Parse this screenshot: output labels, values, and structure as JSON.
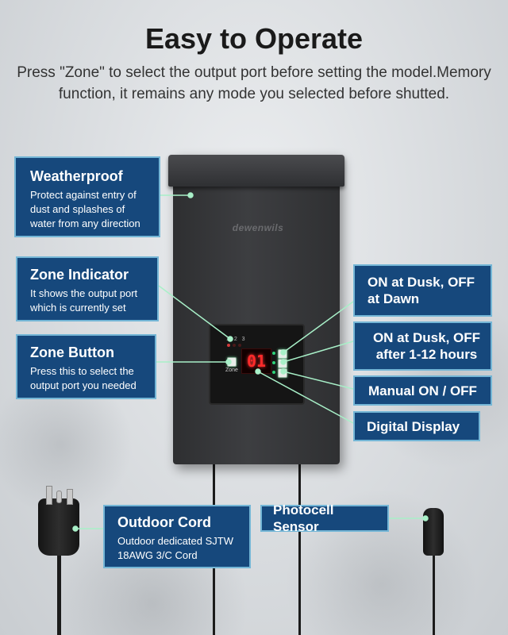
{
  "header": {
    "title": "Easy to Operate",
    "subtitle": "Press \"Zone\" to select the output port before setting the model.Memory function, it remains any mode you selected before shutted."
  },
  "device": {
    "brand": "dewenwils",
    "zone_numbers": "1 2 3",
    "display_value": "01",
    "zone_button_label": "Zone"
  },
  "callouts": {
    "weatherproof": {
      "title": "Weatherproof",
      "desc": "Protect against entry of dust and splashes of water from any direction"
    },
    "zone_indicator": {
      "title": "Zone Indicator",
      "desc": "It shows the output port which is currently set"
    },
    "zone_button": {
      "title": "Zone Button",
      "desc": "Press this to select the output port you needed"
    },
    "on_dusk_off_dawn": {
      "title": "ON at Dusk, OFF at Dawn"
    },
    "on_dusk_off_hours": {
      "title": "ON at Dusk, OFF after 1-12 hours"
    },
    "manual": {
      "title": "Manual ON / OFF"
    },
    "digital_display": {
      "title": "Digital Display"
    },
    "outdoor_cord": {
      "title": "Outdoor Cord",
      "desc": "Outdoor dedicated SJTW 18AWG 3/C  Cord"
    },
    "photocell": {
      "title": "Photocell Sensor"
    }
  },
  "colors": {
    "callout_fill": "#16487c",
    "callout_border": "#74b6d6",
    "leader_line": "#a8f0c8",
    "display_red": "#ff2a2a"
  }
}
